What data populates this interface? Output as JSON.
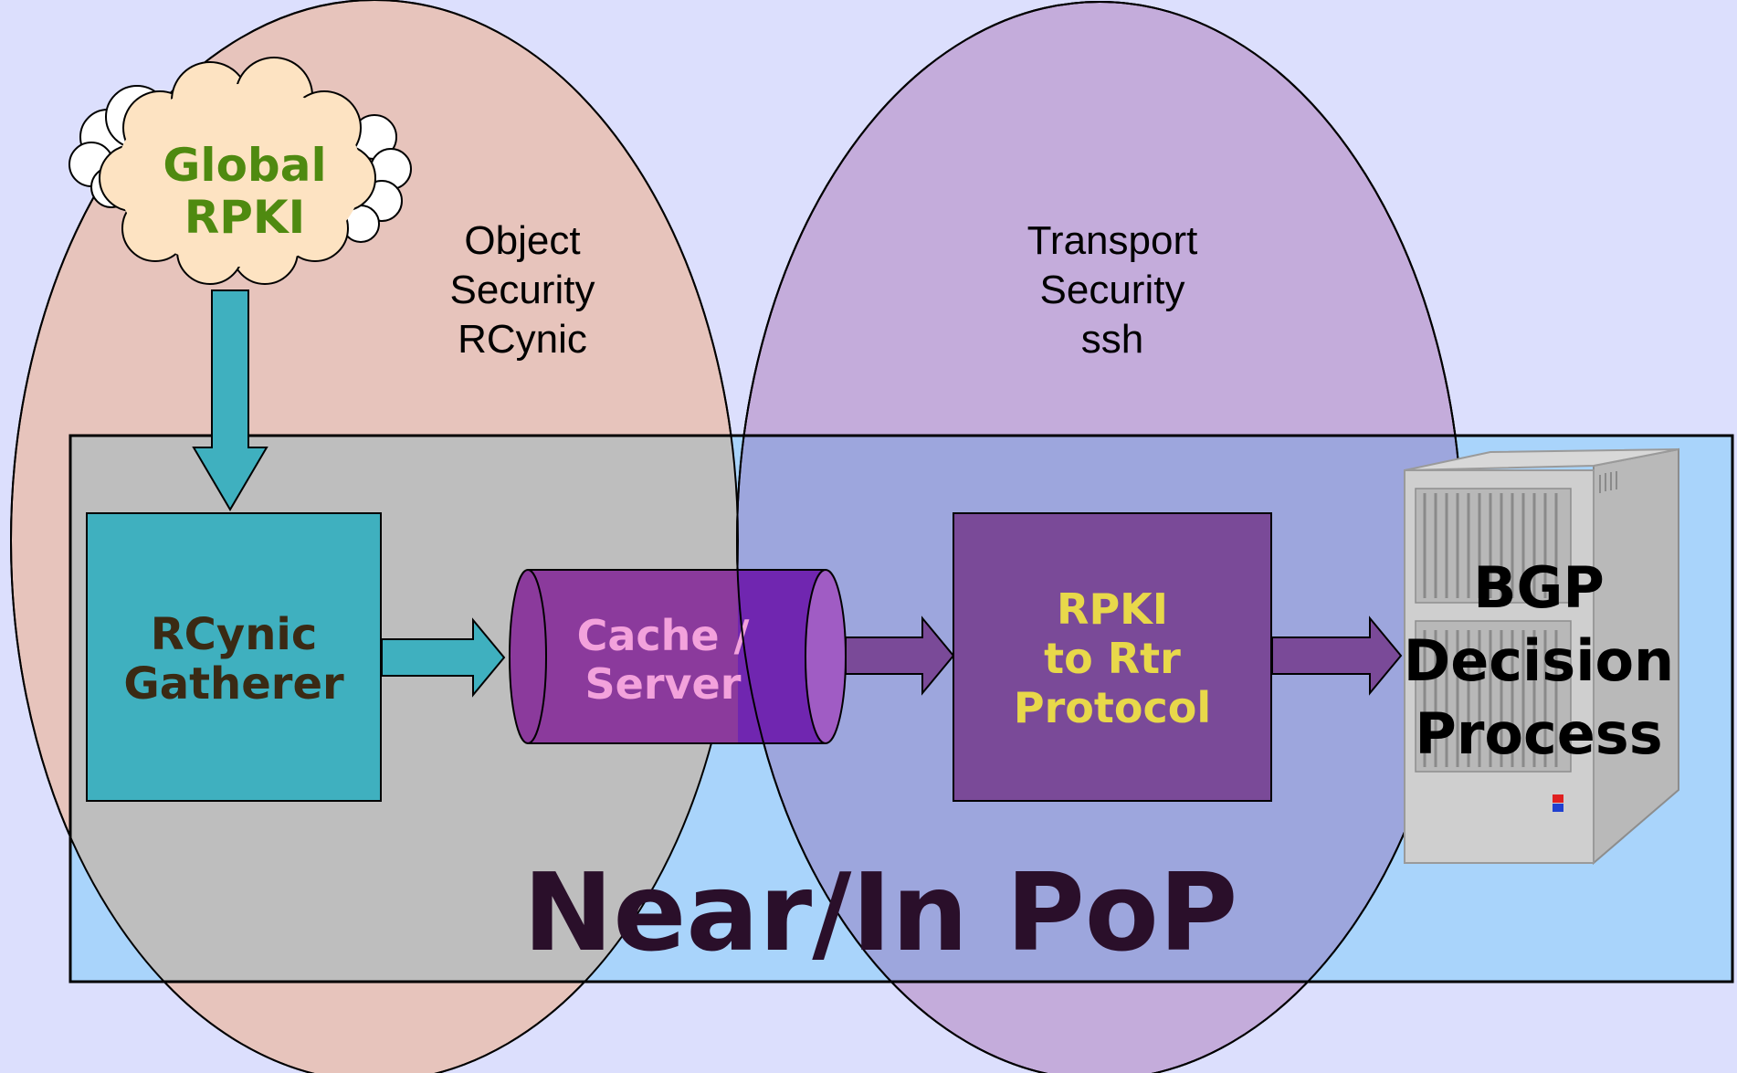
{
  "cloud": {
    "line1": "Global",
    "line2": "RPKI",
    "color": "#4f8a10"
  },
  "object_security": {
    "line1": "Object",
    "line2": "Security",
    "line3": "RCynic"
  },
  "transport_security": {
    "line1": "Transport",
    "line2": "Security",
    "line3": "ssh"
  },
  "gatherer": {
    "line1": "RCynic",
    "line2": "Gatherer",
    "color": "#3fb0bf"
  },
  "cache": {
    "line1": "Cache /",
    "line2": "Server",
    "color": "#8b3a9c"
  },
  "rtr": {
    "line1": "RPKI",
    "line2": "to Rtr",
    "line3": "Protocol",
    "color": "#7a4a98",
    "text_color": "#e8d84a"
  },
  "bgp": {
    "line1": "BGP",
    "line2": "Decision",
    "line3": "Process"
  },
  "pop": {
    "label": "Near/In PoP",
    "fill": "#a9d4fb"
  },
  "colors": {
    "background": "#dcdffd",
    "object_ellipse": "#e7c4bc",
    "transport_ellipse": "#c5add9"
  }
}
